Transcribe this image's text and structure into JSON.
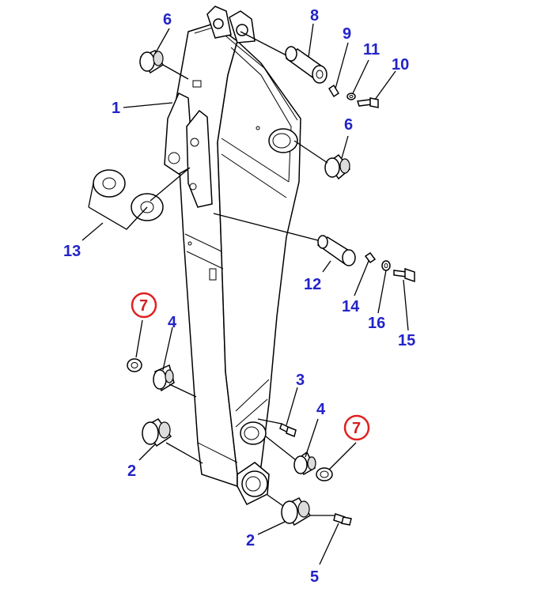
{
  "callouts": {
    "c1": "1",
    "c2a": "2",
    "c2b": "2",
    "c3": "3",
    "c4a": "4",
    "c4b": "4",
    "c5": "5",
    "c6a": "6",
    "c6b": "6",
    "c7a": "7",
    "c7b": "7",
    "c8": "8",
    "c9": "9",
    "c10": "10",
    "c11": "11",
    "c12": "12",
    "c13": "13",
    "c14": "14",
    "c15": "15",
    "c16": "16"
  },
  "colors": {
    "callout": "#2323c8",
    "highlight": "#e02020"
  }
}
